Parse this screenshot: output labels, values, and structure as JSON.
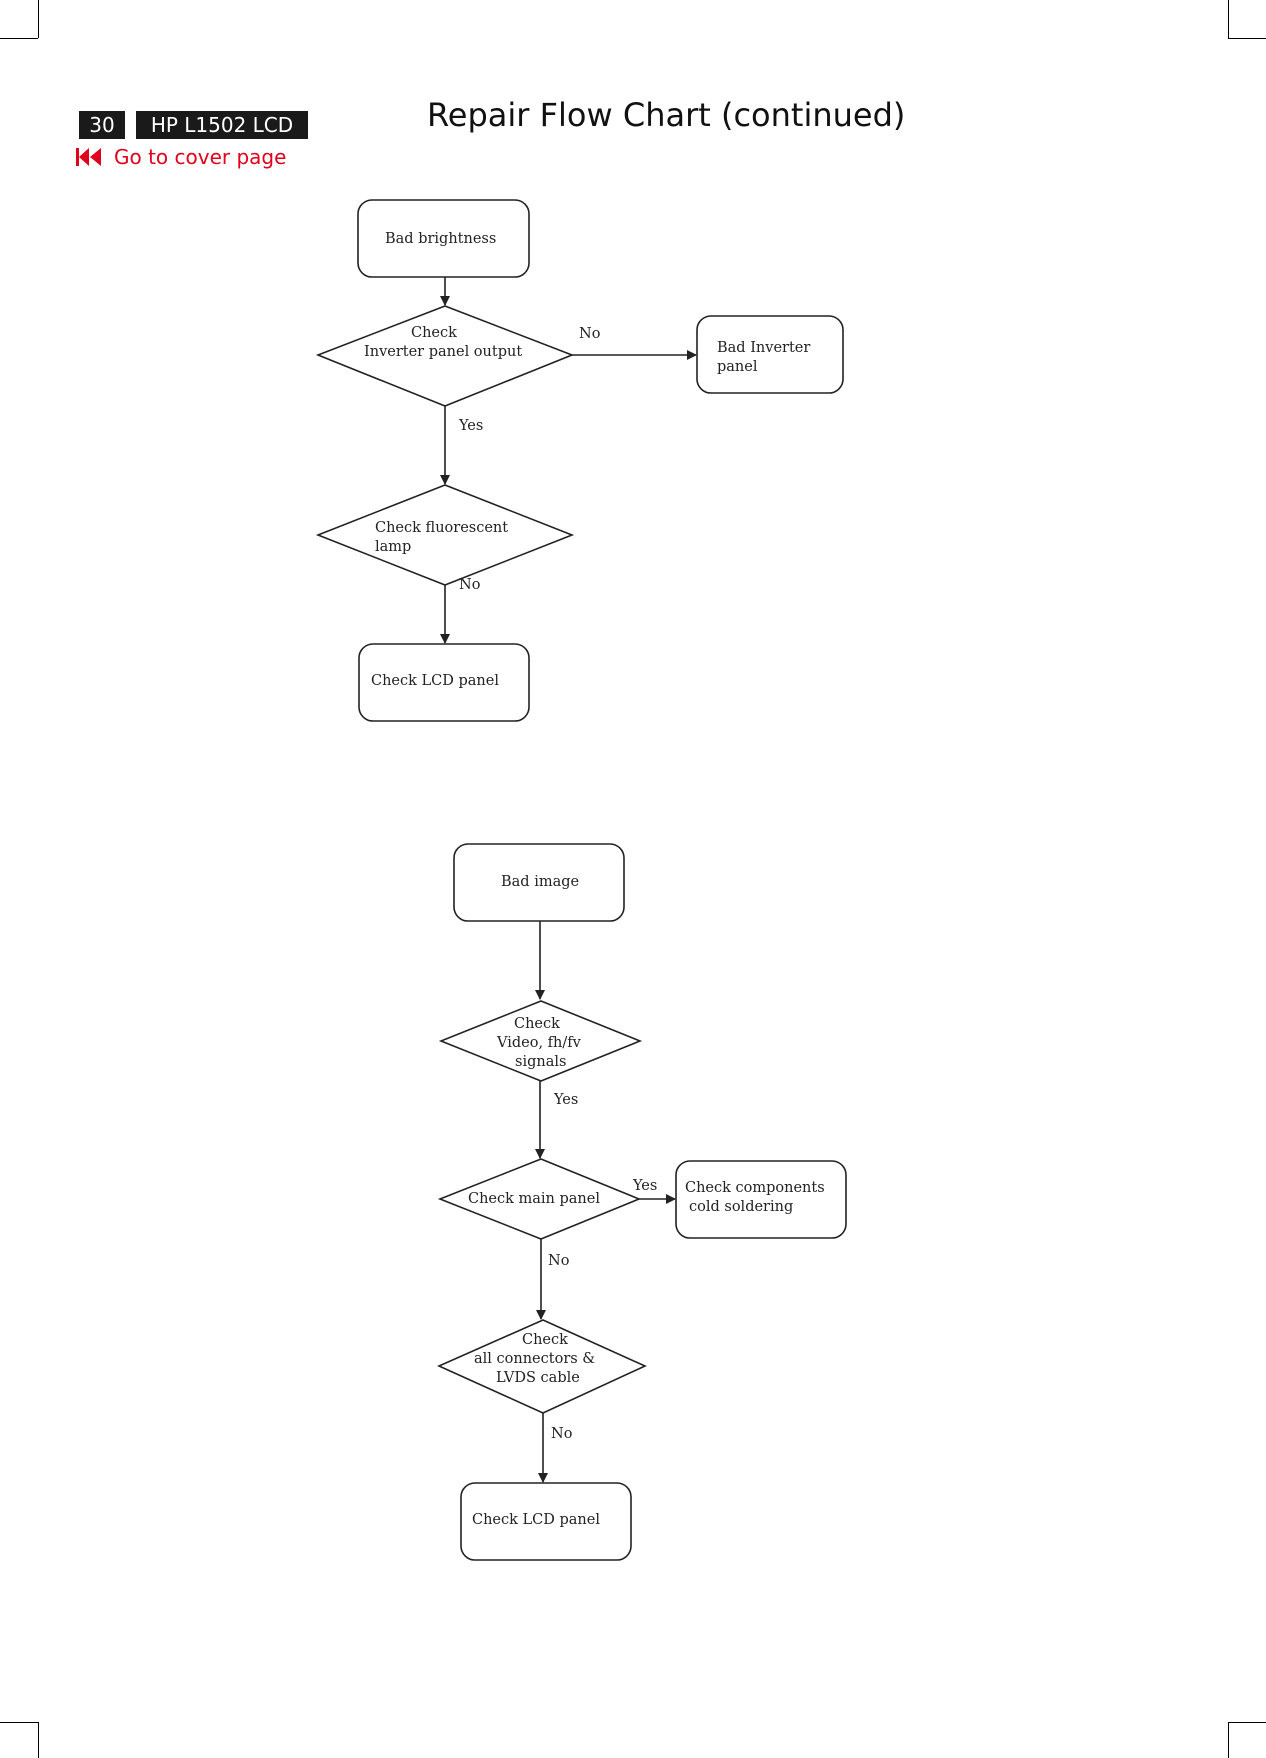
{
  "header": {
    "page_number": "30",
    "model": "HP L1502 LCD",
    "cover_link": "Go to cover page",
    "title": "Repair Flow Chart (continued)"
  },
  "colors": {
    "link": "#e0001b",
    "badge": "#1a1a1a"
  },
  "icons": {
    "cover_link": "skip-back-icon"
  },
  "flow1": {
    "start": "Bad brightness",
    "check_inverter": [
      "Check",
      "Inverter panel output"
    ],
    "bad_inverter": [
      "Bad Inverter",
      "panel"
    ],
    "check_lamp": [
      "Check fluorescent",
      "lamp"
    ],
    "check_lcd": "Check LCD panel",
    "label_no_1": "No",
    "label_yes_1": "Yes",
    "label_no_2": "No"
  },
  "flow2": {
    "start": "Bad image",
    "check_video": [
      "Check",
      "Video, fh/fv",
      "signals"
    ],
    "check_main": "Check main panel",
    "check_components": [
      "Check components",
      "cold soldering"
    ],
    "check_connectors": [
      "Check",
      "all connectors &",
      "LVDS cable"
    ],
    "check_lcd": "Check LCD panel",
    "label_yes_1": "Yes",
    "label_yes_2": "Yes",
    "label_no_1": "No",
    "label_no_2": "No"
  }
}
